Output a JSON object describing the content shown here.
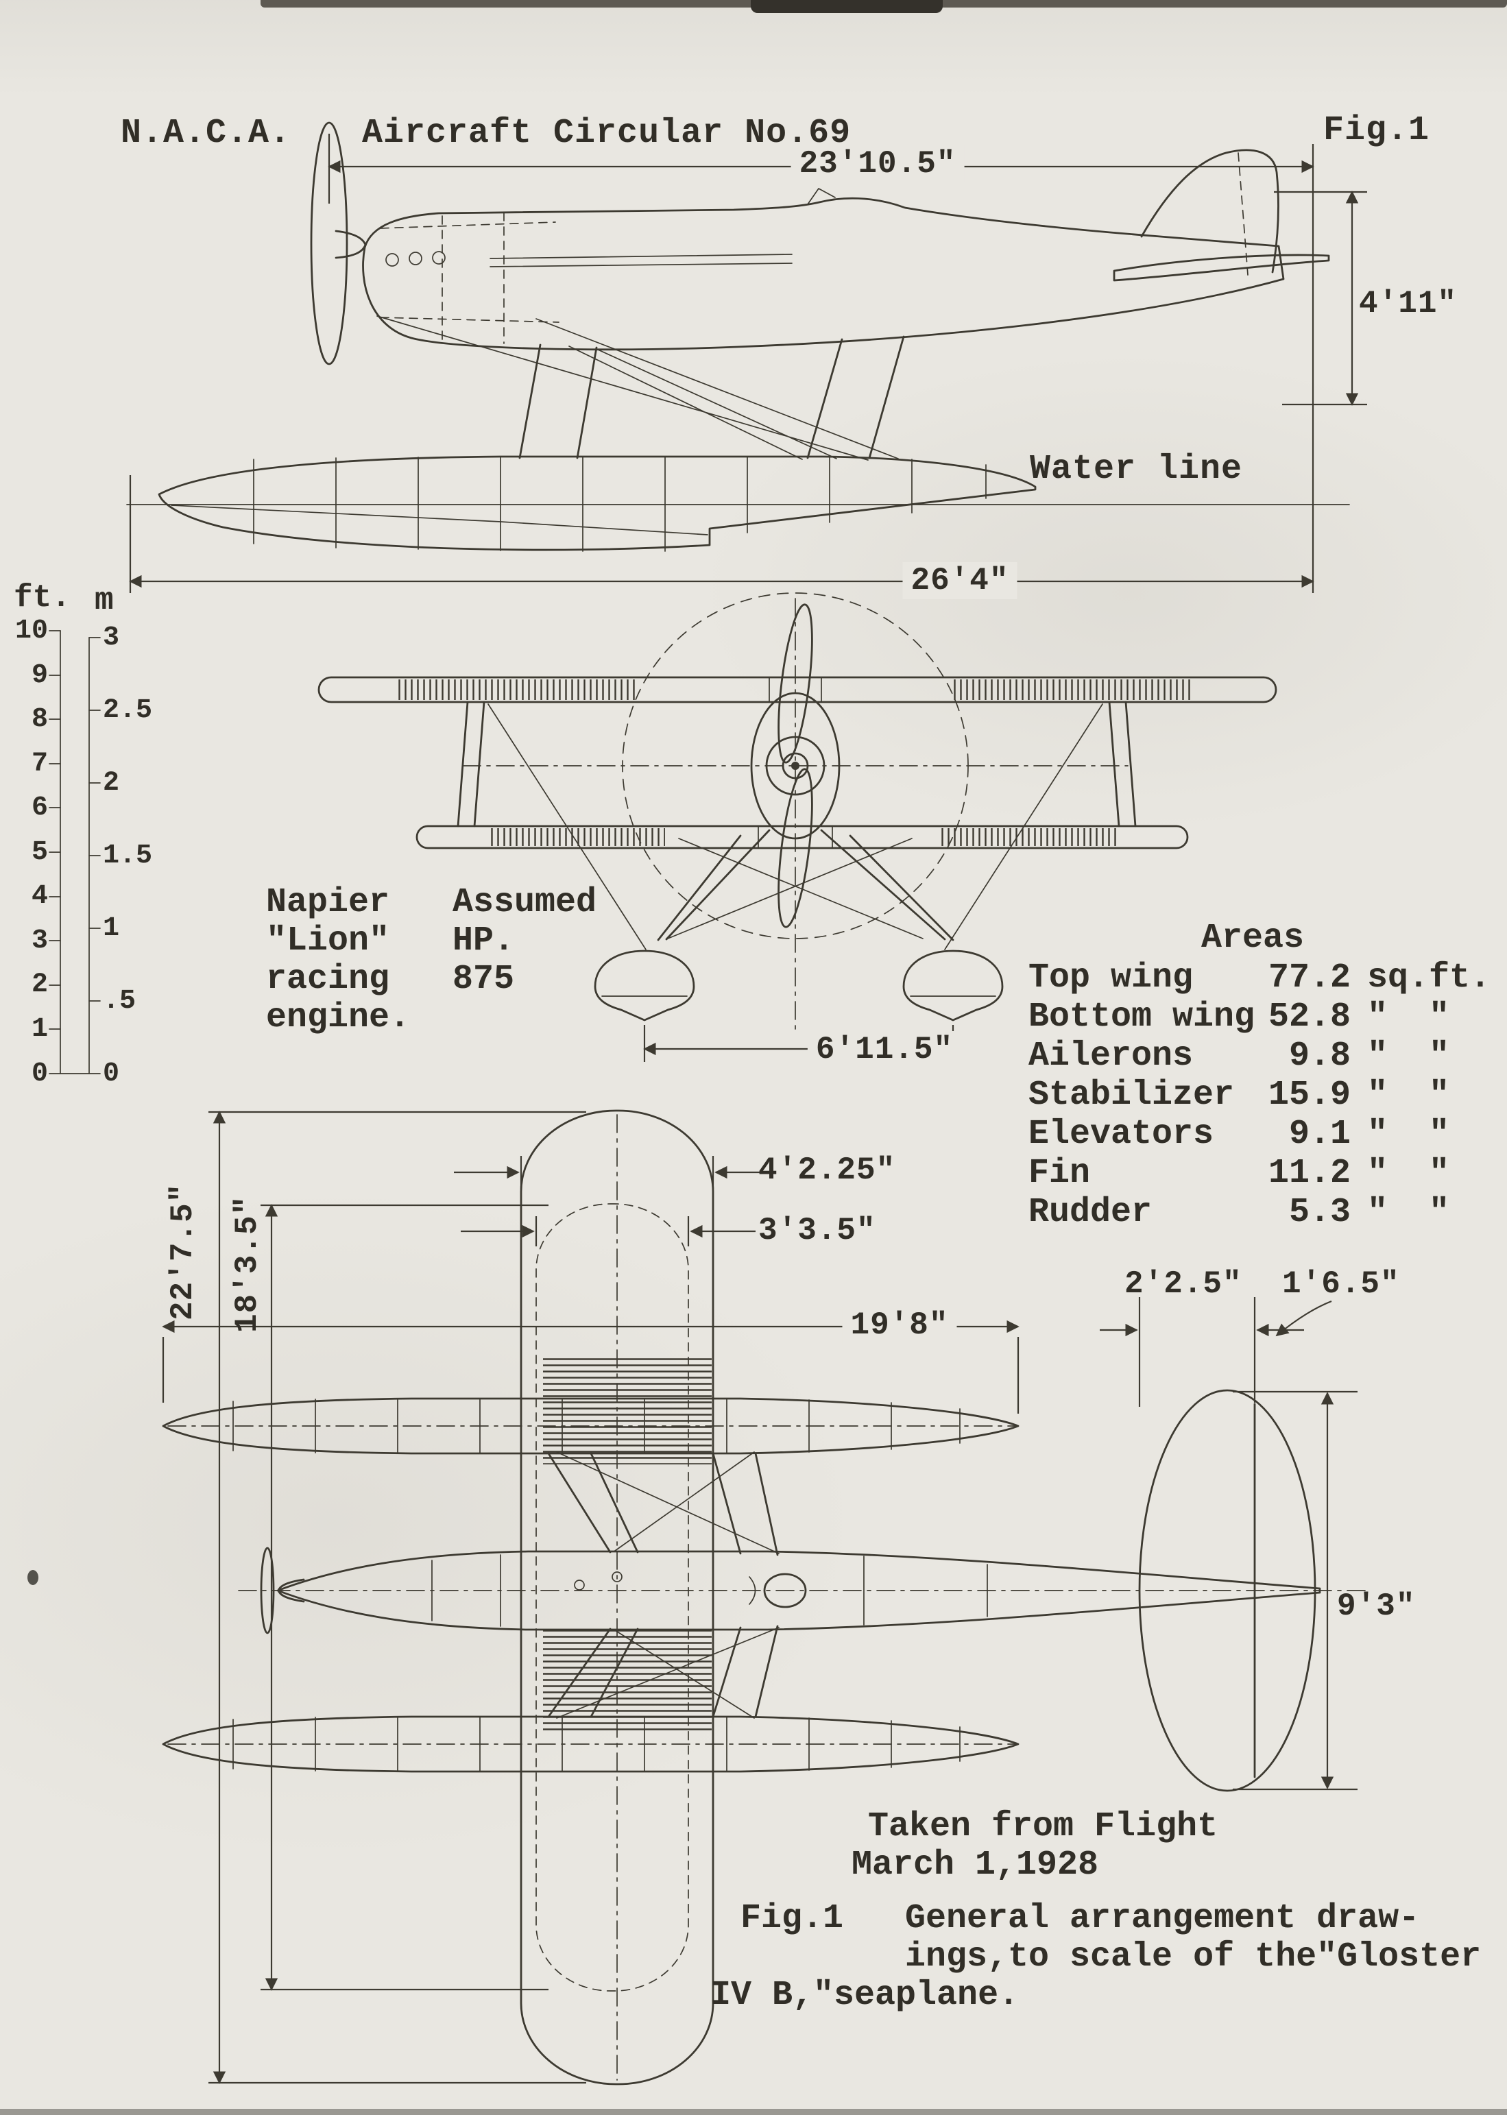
{
  "header": {
    "org": "N.A.C.A.",
    "title": "Aircraft Circular No.69",
    "fig": "Fig.1"
  },
  "side_view": {
    "dim_top": "23'10.5\"",
    "dim_height": "4'11\"",
    "waterline_label": "Water line",
    "dim_bottom": "26'4\""
  },
  "scale_bar": {
    "ft_label": "ft.",
    "m_label": "m",
    "ft_ticks": [
      "10",
      "9",
      "8",
      "7",
      "6",
      "5",
      "4",
      "3",
      "2",
      "1",
      "0"
    ],
    "m_ticks": [
      "3",
      "2.5",
      "2",
      "1.5",
      "1",
      ".5",
      "0"
    ]
  },
  "engine_note": {
    "col1": [
      "Napier",
      "\"Lion\"",
      "racing",
      "engine."
    ],
    "col2": [
      "Assumed",
      "HP.",
      "875"
    ]
  },
  "front_view": {
    "dim_floats": "6'11.5\""
  },
  "areas": {
    "title": "Areas",
    "rows": [
      {
        "label": "Top wing",
        "value": "77.2",
        "unit": "sq.ft."
      },
      {
        "label": "Bottom wing",
        "value": "52.8",
        "unit": "\"  \""
      },
      {
        "label": "Ailerons",
        "value": "9.8",
        "unit": "\"  \""
      },
      {
        "label": "Stabilizer",
        "value": "15.9",
        "unit": "\"  \""
      },
      {
        "label": "Elevators",
        "value": "9.1",
        "unit": "\"  \""
      },
      {
        "label": "Fin",
        "value": "11.2",
        "unit": "\"  \""
      },
      {
        "label": "Rudder",
        "value": "5.3",
        "unit": "\"  \""
      }
    ]
  },
  "plan_view": {
    "dim_chord_top": "4'2.25\"",
    "dim_chord_bottom": "3'3.5\"",
    "dim_span_outer": "22'7.5\"",
    "dim_span_inner": "18'3.5\"",
    "dim_float_length": "19'8\"",
    "dim_tail_chord": "2'2.5\"",
    "dim_elevator_chord": "1'6.5\"",
    "dim_tail_span": "9'3\""
  },
  "caption": {
    "source_line1": "Taken from Flight",
    "source_line2": "March 1,1928",
    "fig_label": "Fig.1",
    "fig_line1": "General arrangement draw-",
    "fig_line2": "ings,to scale of the\"Gloster",
    "fig_line3": "IV B,\"seaplane."
  },
  "colors": {
    "paper": "#e9e7e1",
    "ink": "#3d3a31"
  }
}
